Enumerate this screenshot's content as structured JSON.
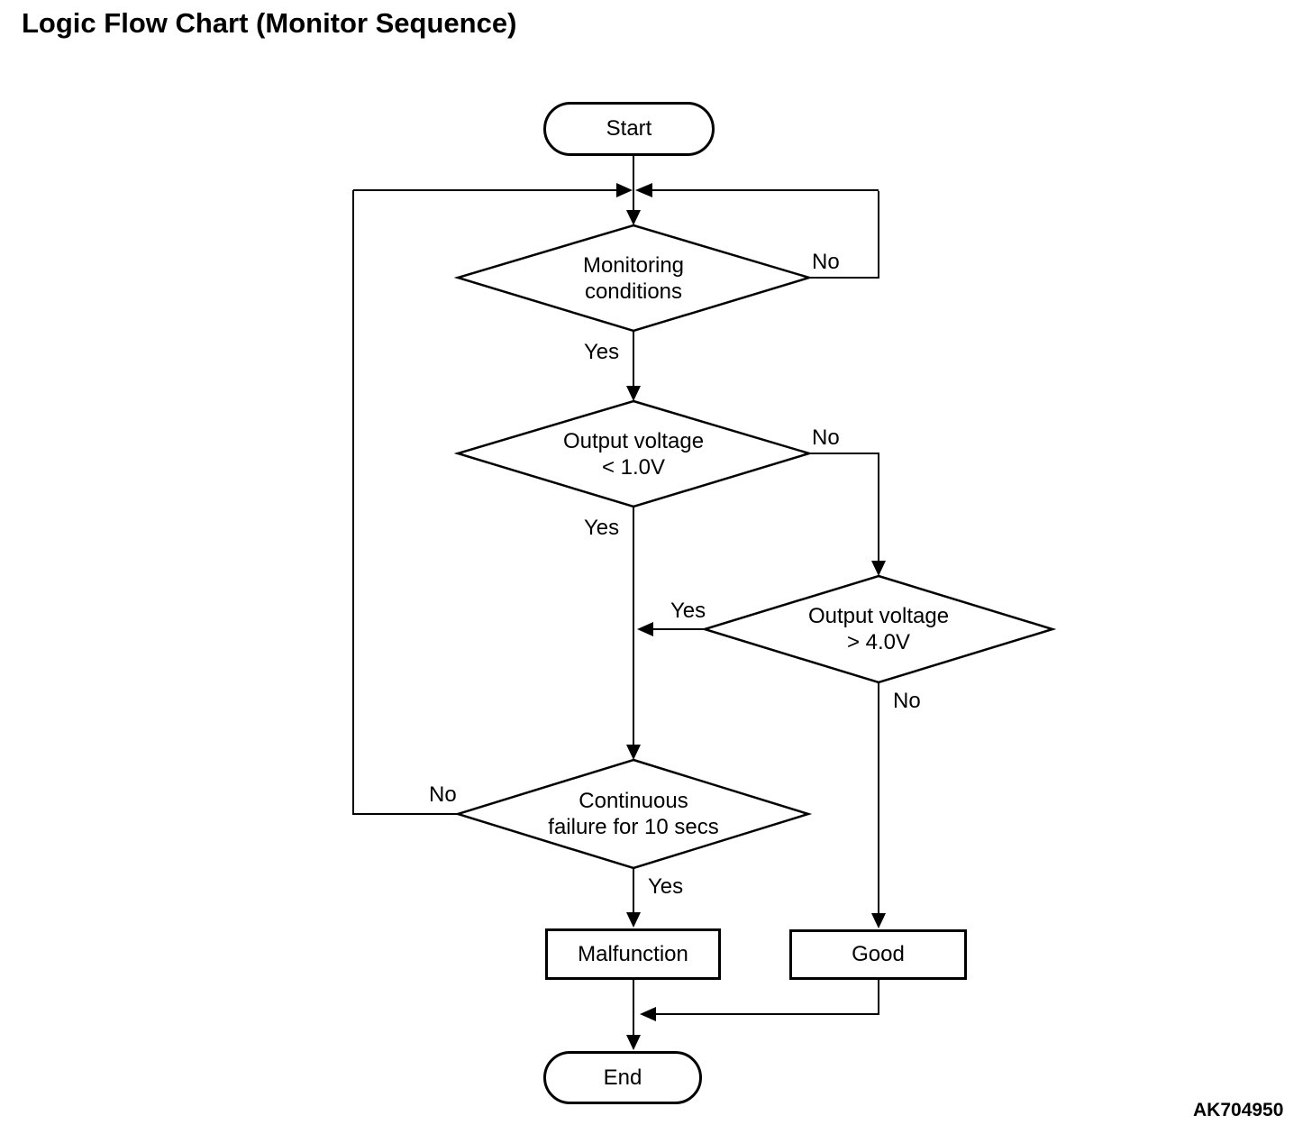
{
  "title": "Logic Flow Chart (Monitor Sequence)",
  "figure_code": "AK704950",
  "colors": {
    "line": "#000000",
    "background": "#ffffff",
    "text": "#000000"
  },
  "diagram_type": "flowchart",
  "nodes": {
    "start": {
      "type": "terminator",
      "label": "Start"
    },
    "monitoring_conditions": {
      "type": "decision",
      "label": "Monitoring\nconditions"
    },
    "output_voltage_low": {
      "type": "decision",
      "label": "Output voltage\n< 1.0V"
    },
    "output_voltage_high": {
      "type": "decision",
      "label": "Output voltage\n> 4.0V"
    },
    "continuous_failure": {
      "type": "decision",
      "label": "Continuous\nfailure for 10 secs"
    },
    "malfunction": {
      "type": "process",
      "label": "Malfunction"
    },
    "good": {
      "type": "process",
      "label": "Good"
    },
    "end": {
      "type": "terminator",
      "label": "End"
    }
  },
  "edges": {
    "start_to_monitoring": {
      "from": "start",
      "to": "monitoring_conditions",
      "label": ""
    },
    "monitoring_yes": {
      "from": "monitoring_conditions",
      "to": "output_voltage_low",
      "label": "Yes"
    },
    "monitoring_no": {
      "from": "monitoring_conditions",
      "to": "monitoring_conditions",
      "label": "No"
    },
    "voltage_low_yes": {
      "from": "output_voltage_low",
      "to": "continuous_failure",
      "label": "Yes"
    },
    "voltage_low_no": {
      "from": "output_voltage_low",
      "to": "output_voltage_high",
      "label": "No"
    },
    "voltage_high_yes": {
      "from": "output_voltage_high",
      "to": "continuous_failure",
      "label": "Yes"
    },
    "voltage_high_no": {
      "from": "output_voltage_high",
      "to": "good",
      "label": "No"
    },
    "continuous_yes": {
      "from": "continuous_failure",
      "to": "malfunction",
      "label": "Yes"
    },
    "continuous_no": {
      "from": "continuous_failure",
      "to": "monitoring_conditions",
      "label": "No"
    },
    "malfunction_to_end": {
      "from": "malfunction",
      "to": "end",
      "label": ""
    },
    "good_to_end": {
      "from": "good",
      "to": "end",
      "label": ""
    }
  }
}
